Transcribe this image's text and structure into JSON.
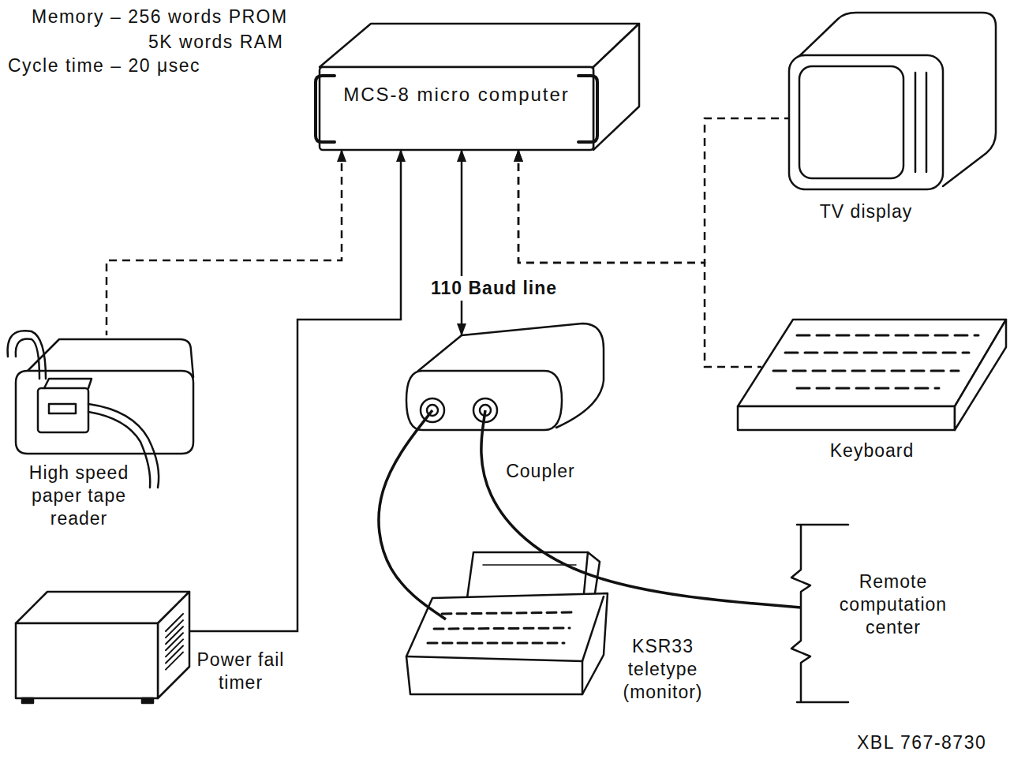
{
  "diagram": {
    "nodes": [
      {
        "text": [
          "MCS-8 micro computer"
        ]
      },
      {
        "text": [
          "TV display"
        ]
      },
      {
        "text": [
          "Keyboard"
        ]
      },
      {
        "text": [
          "High speed paper tape reader"
        ]
      },
      {
        "text": [
          "Coupler"
        ]
      },
      {
        "text": [
          "Power fail timer"
        ]
      },
      {
        "text": [
          "KSR33 teletype (monitor)"
        ]
      },
      {
        "text": [
          "Remote computation center"
        ]
      }
    ],
    "edges": [
      {
        "from": 3,
        "to": 0,
        "arrow": "to"
      },
      {
        "from": 5,
        "to": 0,
        "arrow": "to"
      },
      {
        "from": 4,
        "to": 0,
        "label": "110 Baud line",
        "arrow": "both"
      },
      {
        "from": 1,
        "to": 0,
        "arrow": "to"
      },
      {
        "from": 2,
        "to": 0,
        "arrow": "to"
      },
      {
        "from": 4,
        "to": 6,
        "arrow": "none"
      },
      {
        "from": 4,
        "to": 7,
        "arrow": "none"
      }
    ],
    "labels": [
      "Memory – 256 words PROM",
      "5K words RAM",
      "Cycle time – 20 μsec",
      "XBL 767-8730"
    ]
  }
}
